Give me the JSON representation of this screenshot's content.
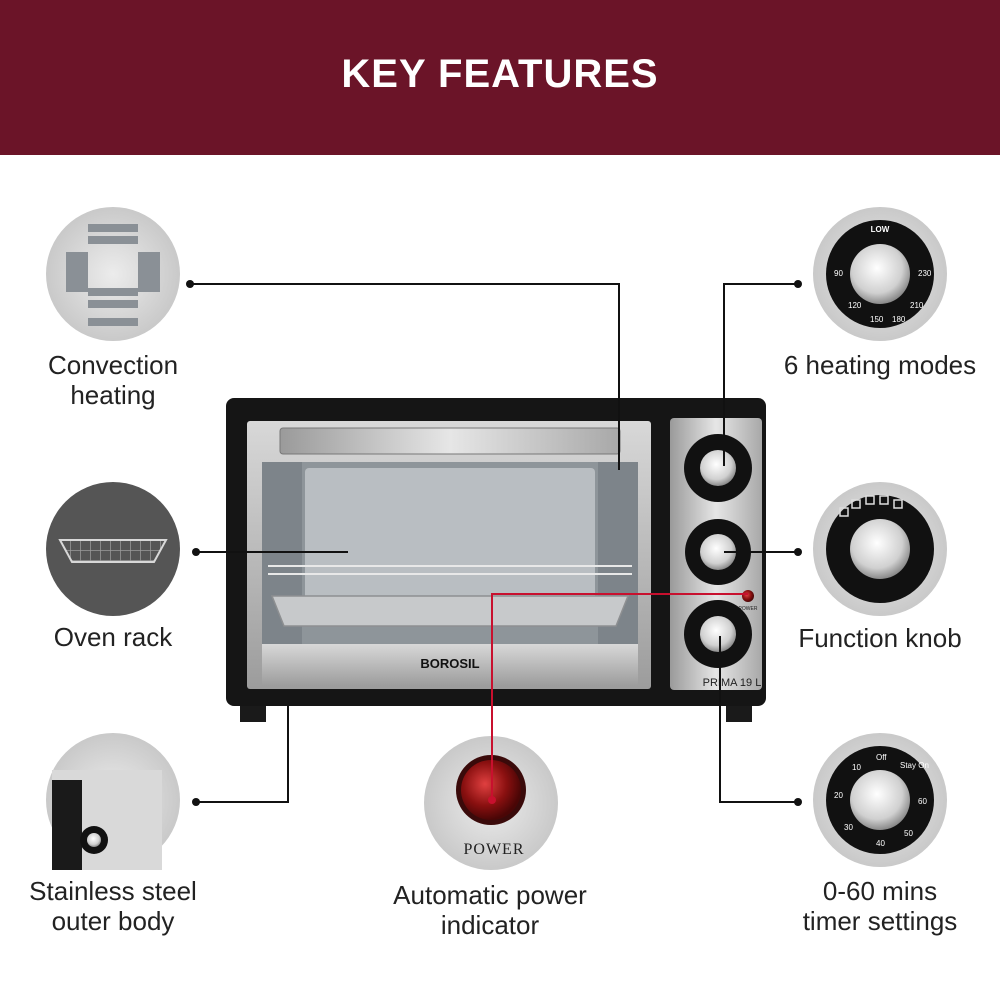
{
  "header": {
    "title": "KEY FEATURES"
  },
  "features": {
    "convection": {
      "line1": "Convection",
      "line2": "heating"
    },
    "rack": {
      "label": "Oven rack"
    },
    "body": {
      "line1": "Stainless steel",
      "line2": "outer body"
    },
    "power_indicator": {
      "line1": "Automatic power",
      "line2": "indicator",
      "badge": "POWER"
    },
    "heating_modes": {
      "label": "6 heating modes"
    },
    "function_knob": {
      "label": "Function knob"
    },
    "timer": {
      "line1": "0-60 mins",
      "line2": "timer settings"
    }
  },
  "oven": {
    "brand": "BOROSIL",
    "model": "PRIMA 19 L",
    "panel_power_label": "POWER"
  },
  "knobs": {
    "temp_low": "LOW",
    "temp_marks": [
      "90",
      "120",
      "150",
      "180",
      "210",
      "230"
    ],
    "timer_off": "Off",
    "timer_stay": "Stay On",
    "timer_marks": [
      "10",
      "20",
      "30",
      "40",
      "50",
      "60"
    ]
  },
  "colors": {
    "banner": "#6b1428",
    "leader": "#111111",
    "power_leader": "#c8102e"
  }
}
